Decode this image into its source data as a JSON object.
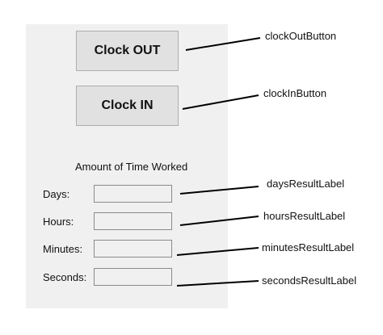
{
  "buttons": {
    "clock_out": "Clock OUT",
    "clock_in": "Clock IN"
  },
  "time_worked": {
    "caption": "Amount of Time Worked",
    "fields": [
      {
        "label": "Days:",
        "value": ""
      },
      {
        "label": "Hours:",
        "value": ""
      },
      {
        "label": "Minutes:",
        "value": ""
      },
      {
        "label": "Seconds:",
        "value": ""
      }
    ]
  },
  "callouts": {
    "clock_out": "clockOutButton",
    "clock_in": "clockInButton",
    "days": "daysResultLabel",
    "hours": "hoursResultLabel",
    "minutes": "minutesResultLabel",
    "seconds": "secondsResultLabel"
  },
  "colors": {
    "form_background": "#f0f0f0",
    "button_background": "#e1e1e1",
    "line_color": "#000000"
  }
}
